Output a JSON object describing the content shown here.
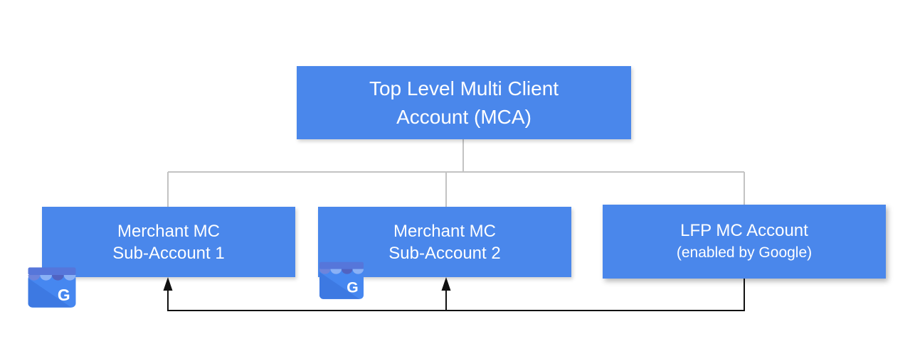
{
  "colors": {
    "background": "#ffffff",
    "box_blue": "#4a87eb",
    "text_white": "#ffffff",
    "connector_gray": "#c3c3c3",
    "arrow_black": "#111111"
  },
  "diagram": {
    "root": {
      "line1": "Top Level Multi Client",
      "line2": "Account (MCA)"
    },
    "children": [
      {
        "line1": "Merchant MC",
        "line2": "Sub-Account 1",
        "icon": "google-my-business"
      },
      {
        "line1": "Merchant MC",
        "line2": "Sub-Account 2",
        "icon": "google-my-business"
      },
      {
        "line1": "LFP MC Account",
        "line2": "(enabled by Google)",
        "icon": ""
      }
    ],
    "icon_letter": "G"
  }
}
